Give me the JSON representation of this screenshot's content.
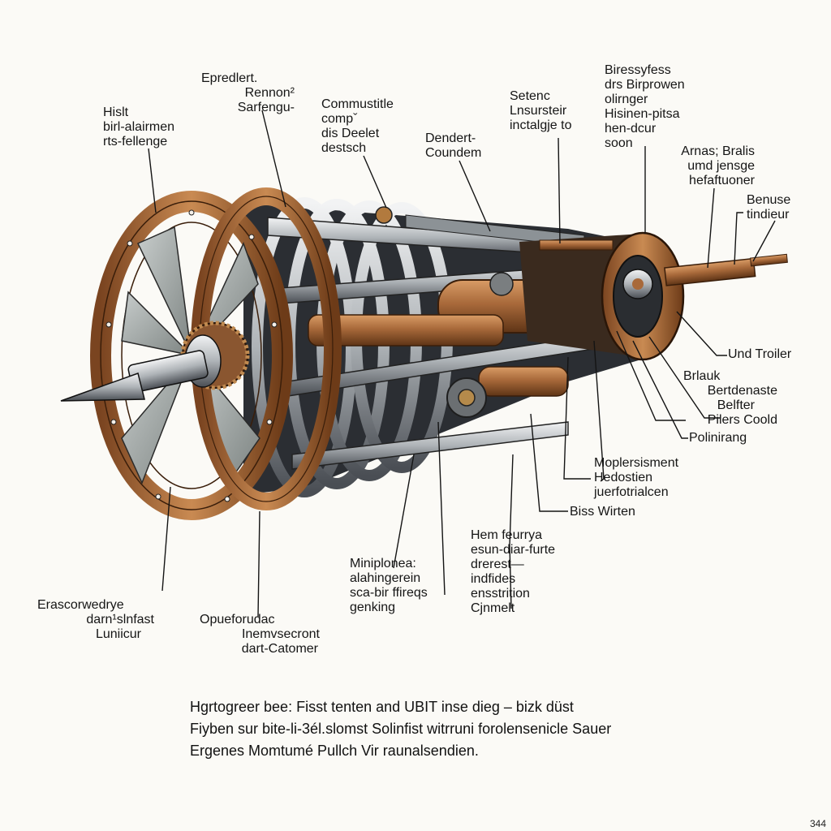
{
  "callouts": {
    "c1": [
      "Hislt",
      "birl-alairmen",
      "rts-fellenge"
    ],
    "c2": [
      "Epredlert.",
      "Rennon²",
      "Sarfengu-"
    ],
    "c3": [
      "Commustitle",
      "compˇ",
      "dis Deelet",
      "destsch"
    ],
    "c4": [
      "Dendert-",
      "Coundem"
    ],
    "c5": [
      "Setenc",
      "Lnsursteir",
      "inctalgje to"
    ],
    "c6": [
      "Biressyfess",
      "drs Birprowen",
      "olirnger",
      "Hisinen-pitsa",
      "hen-dcur",
      "soon"
    ],
    "c7": [
      "Arnas; Bralis",
      "umd jensge",
      "hefaftuoner"
    ],
    "c8": [
      "Benuse",
      "tindieur"
    ],
    "c9": [
      "Und Troiler"
    ],
    "c10": [
      "Brlauk",
      "Bertdenaste",
      "Belfter",
      "Pilers Coold"
    ],
    "c11": [
      "Polinirang"
    ],
    "c12": [
      "Moplersisment",
      "Hedostien",
      "juerfotrialcen"
    ],
    "c13": [
      "Biss Wirten"
    ],
    "c14": [
      "Hem feurrya",
      "esun-diar-furte",
      "drerest—",
      "indfides",
      "ensstrition",
      "Cjnmelt"
    ],
    "c15": [
      "Miniplonea:",
      "alahingerein",
      "sca-bir ffireqs",
      "genking"
    ],
    "c16": [
      "Opueforudac",
      "Inemvsecront",
      "dart-Catomer"
    ],
    "c17": [
      "Erascorwedrye",
      "darn¹slnfast",
      "Luniicur"
    ]
  },
  "caption": [
    "Hgrtogreer bee: Fisst tenten and UBIT inse dieg – bizk düst",
    "Fiyben sur bite-li-3él.slomst Solinfist witrruni forolensenicle Sauer",
    "Ergenes Momtumé Pullch Vir raunalsendien."
  ],
  "page_number": "344",
  "colors": {
    "background": "#fbfaf6",
    "copper": "#a8693a",
    "copper_dark": "#6e3f1c",
    "steel": "#b8bcbe",
    "steel_dark": "#3a3d42",
    "ink": "#151515"
  }
}
